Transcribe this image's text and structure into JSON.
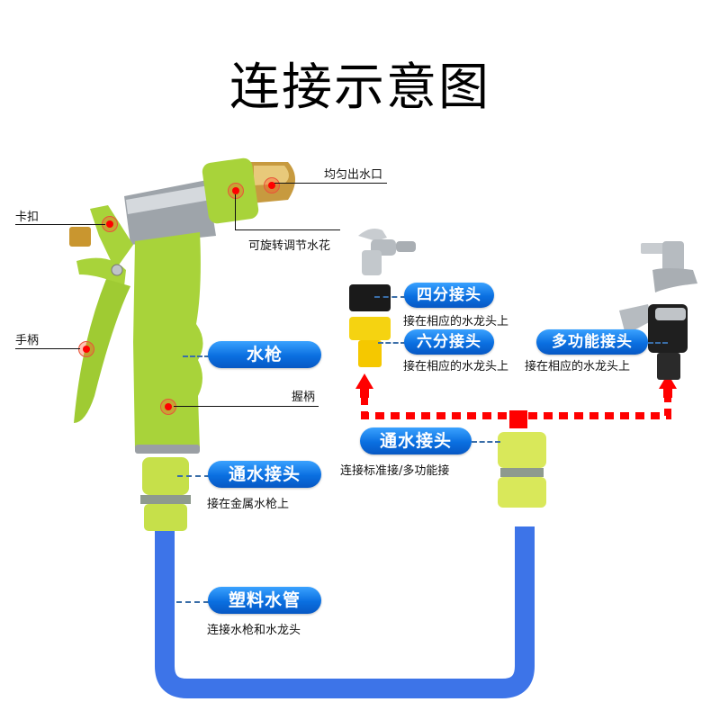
{
  "title": "连接示意图",
  "callouts": {
    "nozzle": "均匀出水口",
    "adjust": "可旋转调节水花",
    "clip": "卡扣",
    "trigger": "手柄",
    "grip": "握柄"
  },
  "pills": {
    "gun": {
      "label": "水枪"
    },
    "gun_connector": {
      "label": "通水接头",
      "sub": "接在金属水枪上"
    },
    "hose": {
      "label": "塑料水管",
      "sub": "连接水枪和水龙头"
    },
    "hose_connector": {
      "label": "通水接头",
      "sub": "连接标准接/多功能接"
    },
    "four_fen": {
      "label": "四分接头",
      "sub": "接在相应的水龙头上"
    },
    "six_fen": {
      "label": "六分接头",
      "sub": "接在相应的水龙头上"
    },
    "multi": {
      "label": "多功能接头",
      "sub": "接在相应的水龙头上"
    }
  },
  "colors": {
    "pill_blue": "#0a6fe0",
    "gun_green": "#a8d33a",
    "hose_blue": "#3d74e8",
    "arrow_red": "#ff0000",
    "dot_red": "#ff0000",
    "adapter_yellow": "#f5d311"
  }
}
